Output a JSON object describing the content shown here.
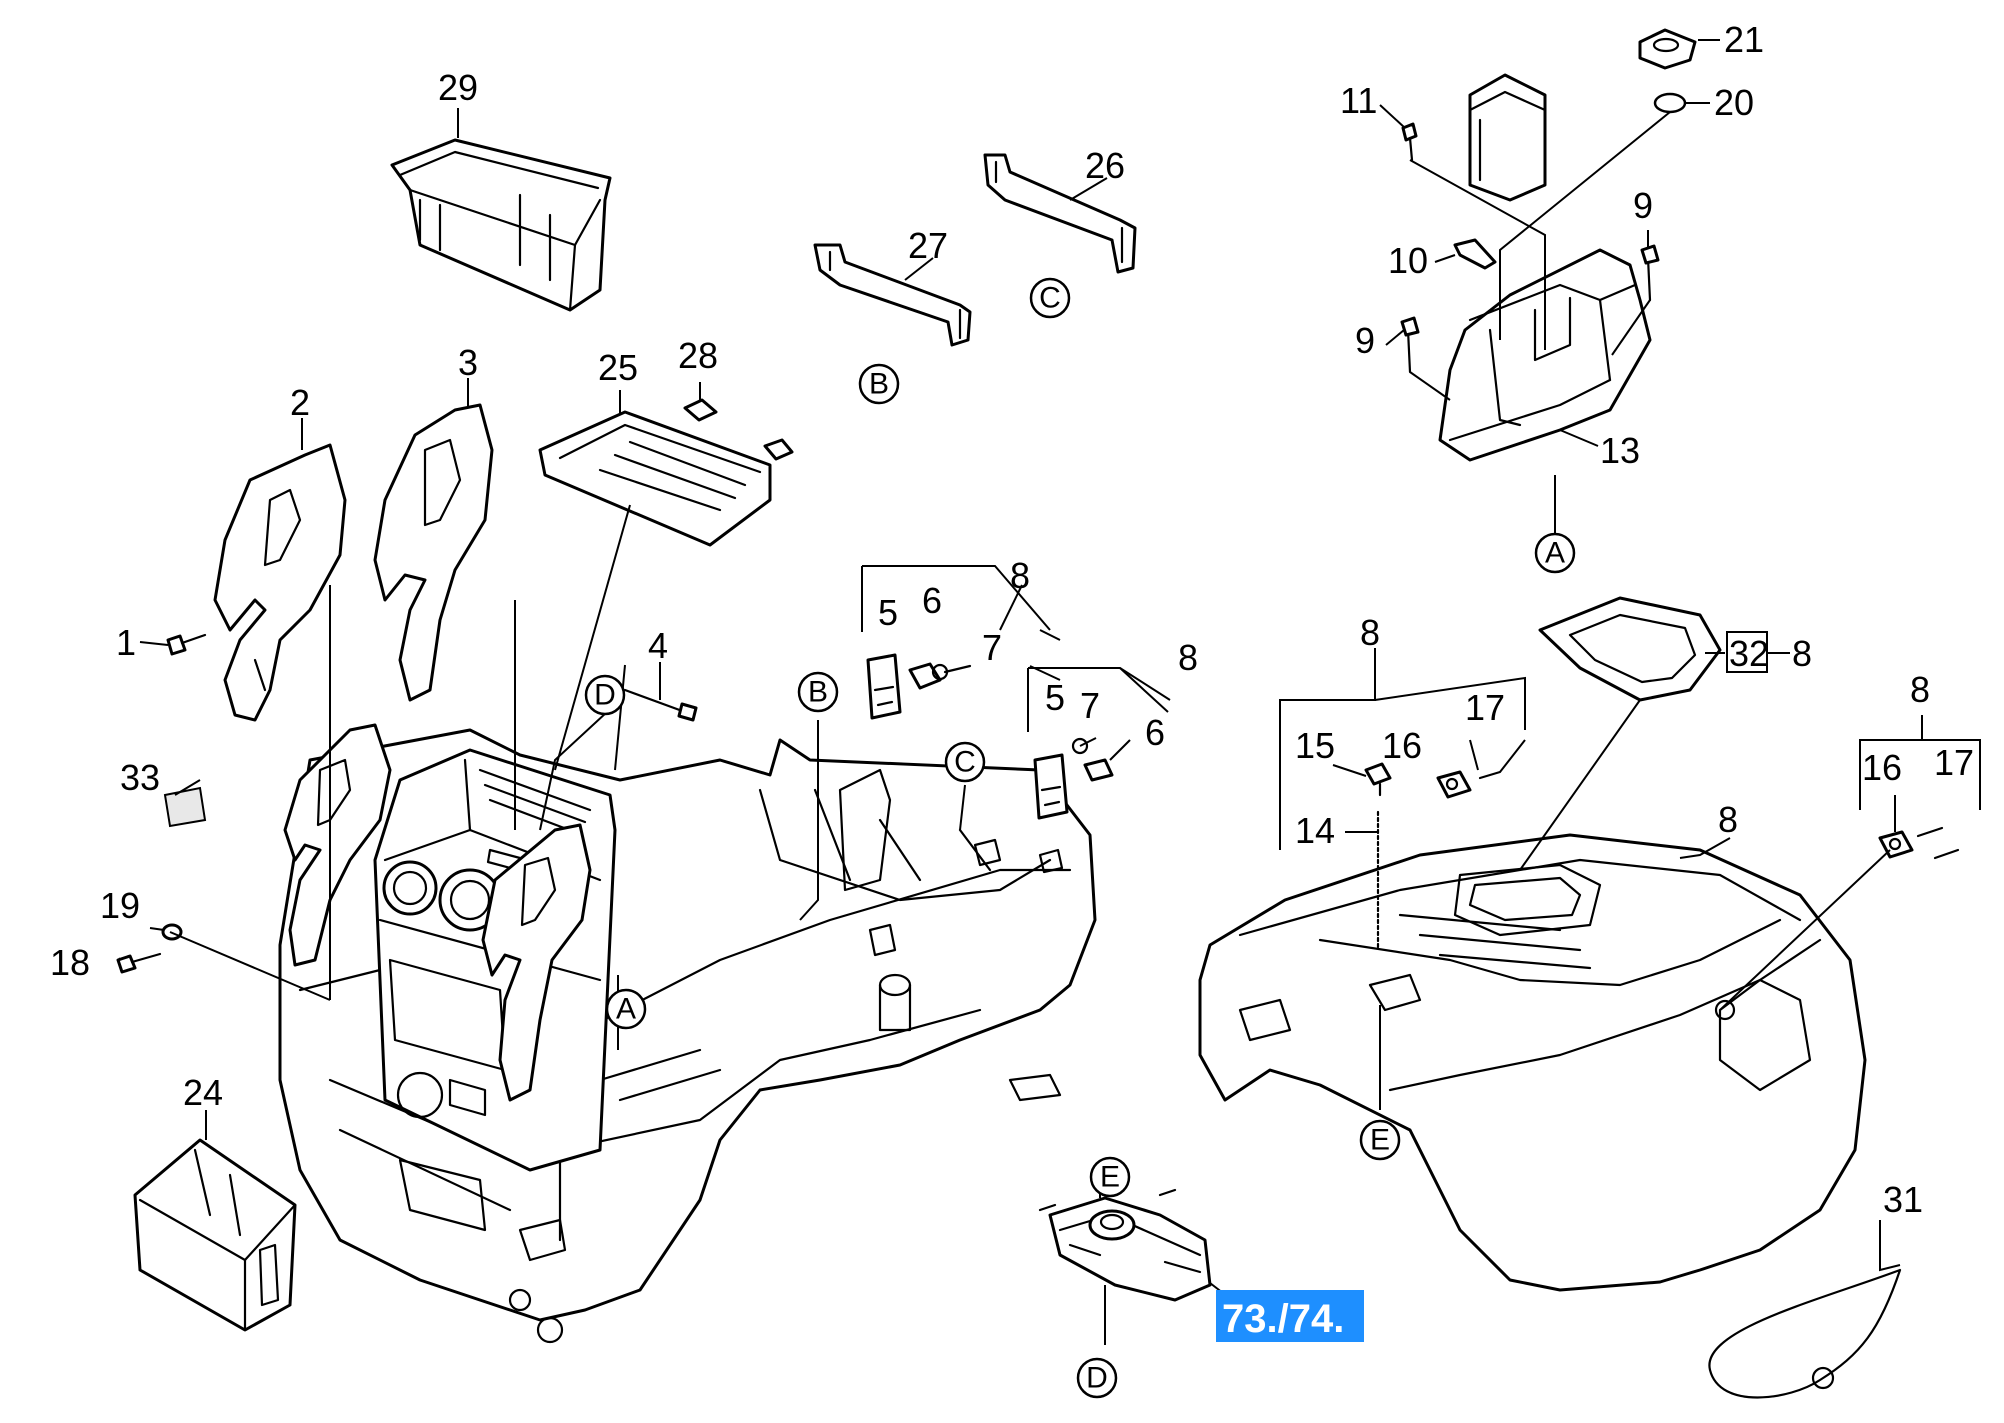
{
  "part_numbers": {
    "p1": "1",
    "p2": "2",
    "p3": "3",
    "p4": "4",
    "p5a": "5",
    "p5b": "5",
    "p6a": "6",
    "p6b": "6",
    "p7a": "7",
    "p7b": "7",
    "p8a": "8",
    "p8b": "8",
    "p8c": "8",
    "p8d": "8",
    "p8e": "8",
    "p8f": "8",
    "p9a": "9",
    "p9b": "9",
    "p10": "10",
    "p11": "11",
    "p13": "13",
    "p14": "14",
    "p15": "15",
    "p16a": "16",
    "p16b": "16",
    "p17a": "17",
    "p17b": "17",
    "p18": "18",
    "p19": "19",
    "p20": "20",
    "p21": "21",
    "p24": "24",
    "p25": "25",
    "p26": "26",
    "p27": "27",
    "p28": "28",
    "p29": "29",
    "p31": "31",
    "p32": "32",
    "p33": "33"
  },
  "connectors": {
    "a_top": "A",
    "a_mid": "A",
    "b_top": "B",
    "b_mid": "B",
    "c_top": "C",
    "c_mid": "C",
    "d_mid": "D",
    "d_bottom": "D",
    "e_mid": "E",
    "e_bottom": "E"
  },
  "highlight_label": "73./74.",
  "colors": {
    "highlight": "#1e8fff",
    "line": "#000000",
    "background": "#ffffff"
  }
}
